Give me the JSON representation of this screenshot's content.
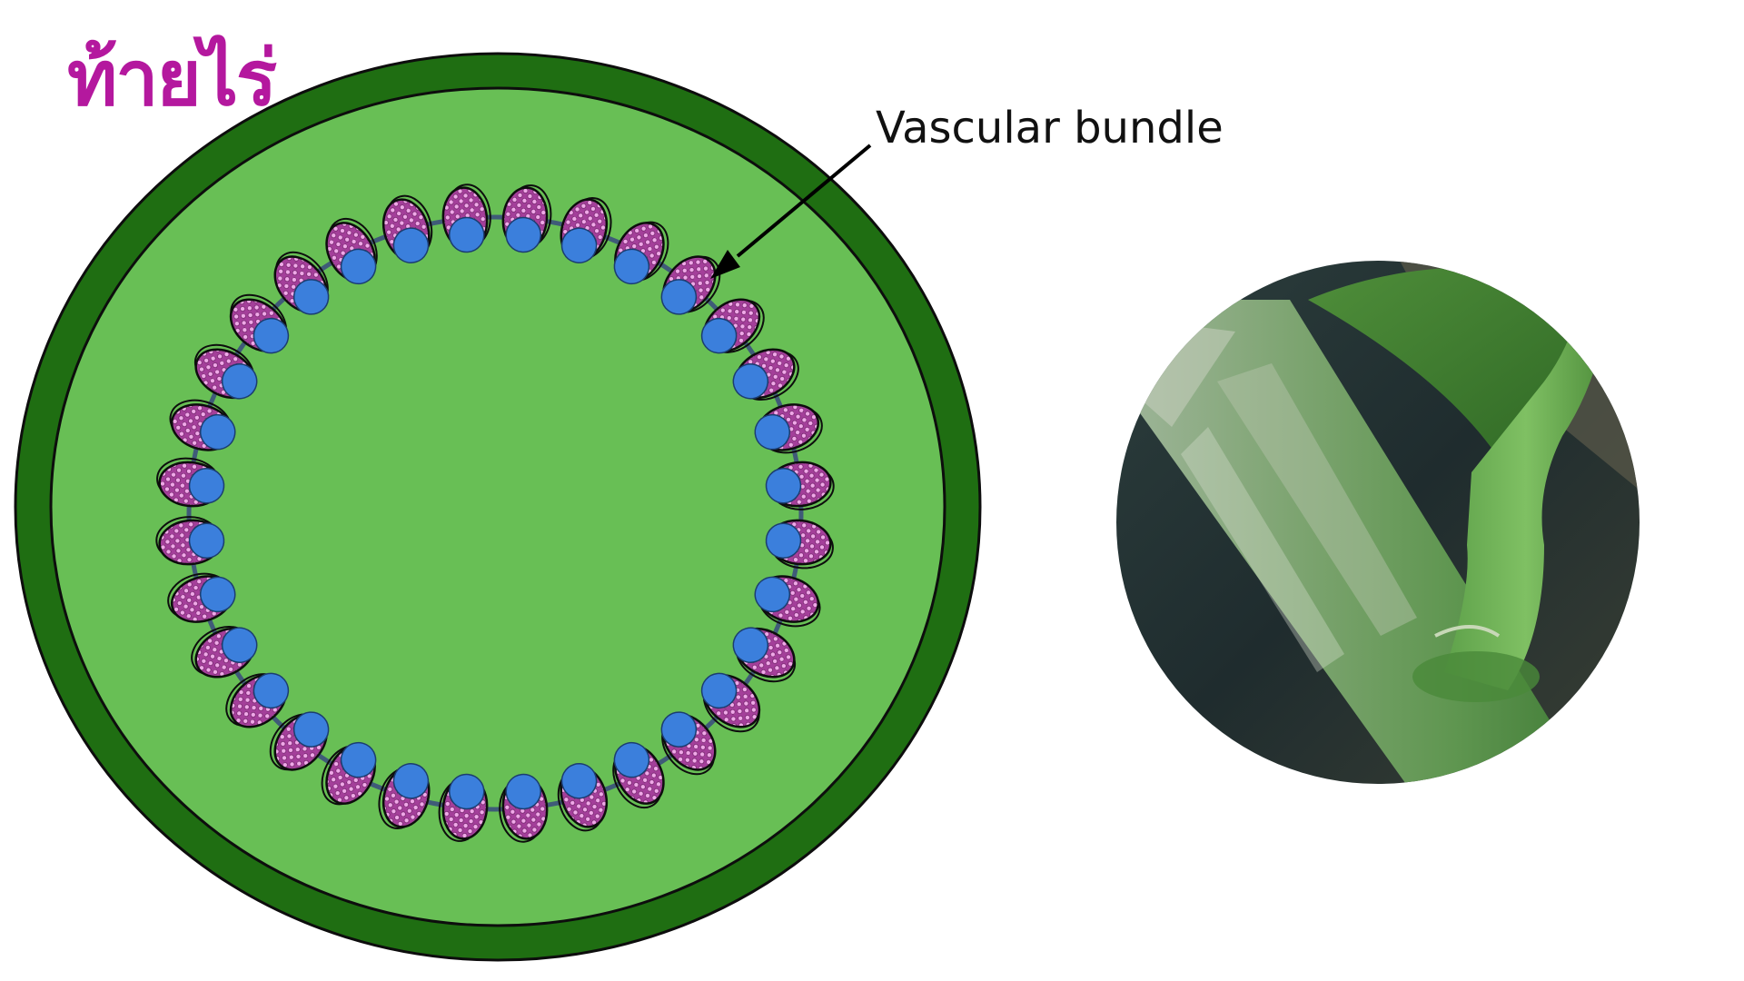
{
  "logo": {
    "text": "ท้ายไร่"
  },
  "diagram": {
    "label": "Vascular bundle",
    "bundle_count": 32,
    "colors": {
      "epidermis": "#1f6e12",
      "cortex": "#68bf55",
      "outline": "#0d0d0d",
      "ring": "#3f5b78",
      "xylem": "#3b7fdc",
      "phloem": "#a43f9a",
      "phloem_dots": "#f0a8e8",
      "logo": "#b4189e"
    }
  },
  "photo": {
    "subject": "green plant stem with leaf petiole"
  }
}
